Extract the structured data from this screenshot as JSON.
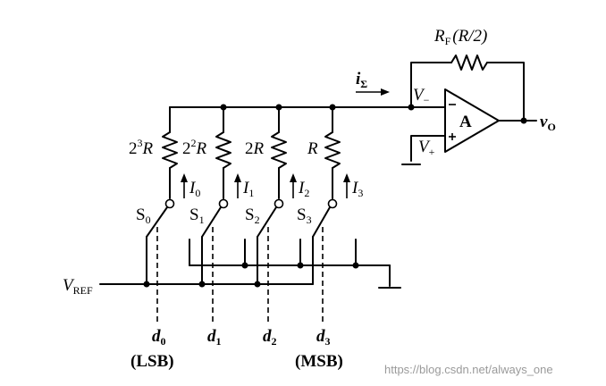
{
  "feedback_resistor_label": "R",
  "feedback_resistor_sub": "F",
  "feedback_resistor_value": "(R/2)",
  "sum_current_label": "i",
  "sum_current_sub": "Σ",
  "vminus_label": "V",
  "vminus_sub": "−",
  "vplus_label": "V",
  "vplus_sub": "+",
  "opamp_label": "A",
  "output_label": "v",
  "output_sub": "O",
  "vref_label": "V",
  "vref_sub": "REF",
  "branches": [
    {
      "resistor": "2",
      "resistor_exp": "3",
      "resistor_R": "R",
      "switch": "S",
      "switch_sub": "0",
      "current": "I",
      "current_sub": "0",
      "bit": "d",
      "bit_sub": "0"
    },
    {
      "resistor": "2",
      "resistor_exp": "2",
      "resistor_R": "R",
      "switch": "S",
      "switch_sub": "1",
      "current": "I",
      "current_sub": "1",
      "bit": "d",
      "bit_sub": "1"
    },
    {
      "resistor": "2",
      "resistor_exp": "",
      "resistor_R": "R",
      "switch": "S",
      "switch_sub": "2",
      "current": "I",
      "current_sub": "2",
      "bit": "d",
      "bit_sub": "2"
    },
    {
      "resistor": "",
      "resistor_exp": "",
      "resistor_R": "R",
      "switch": "S",
      "switch_sub": "3",
      "current": "I",
      "current_sub": "3",
      "bit": "d",
      "bit_sub": "3"
    }
  ],
  "lsb_label": "(LSB)",
  "msb_label": "(MSB)",
  "watermark": "https://blog.csdn.net/always_one"
}
